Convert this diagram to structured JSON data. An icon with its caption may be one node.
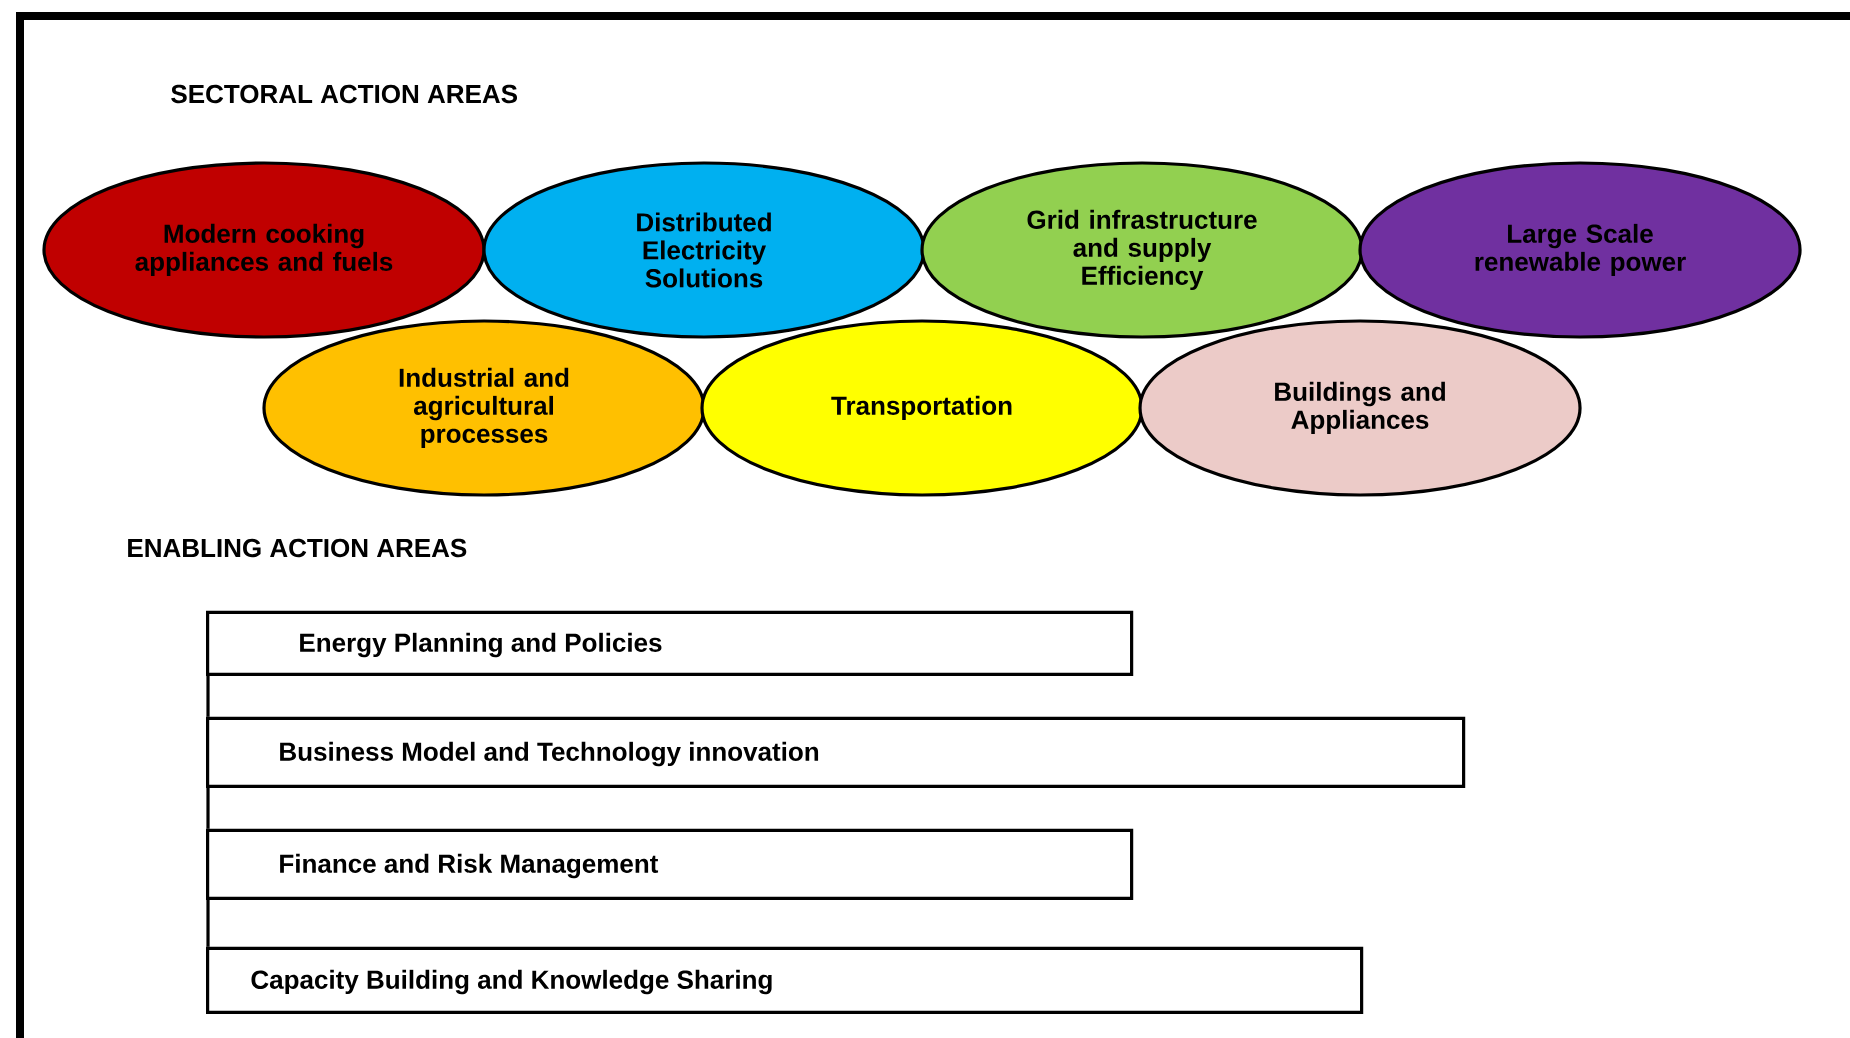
{
  "diagram": {
    "nodes": [
      {
        "text": [
          "Modern cooking appliances and fuels"
        ]
      },
      {
        "text": [
          "Distributed Electricity Solutions"
        ]
      },
      {
        "text": [
          "Grid infrastructure and supply Efficiency"
        ]
      },
      {
        "text": [
          "Large Scale renewable power"
        ]
      },
      {
        "text": [
          "Industrial and agricultural processes"
        ]
      },
      {
        "text": [
          "Transportation"
        ]
      },
      {
        "text": [
          "Buildings and Appliances"
        ]
      },
      {
        "text": [
          "Energy Planning and Policies"
        ]
      },
      {
        "text": [
          "Business Model and Technology innovation"
        ]
      },
      {
        "text": [
          "Finance and Risk Management"
        ]
      },
      {
        "text": [
          "Capacity Building and Knowledge Sharing"
        ]
      }
    ],
    "edges": [
      {
        "from": 7,
        "to": 8,
        "arrow": "none"
      },
      {
        "from": 8,
        "to": 9,
        "arrow": "none"
      },
      {
        "from": 9,
        "to": 10,
        "arrow": "none"
      }
    ],
    "labels": [
      "SECTORAL ACTION AREAS",
      "ENABLING ACTION AREAS"
    ]
  }
}
